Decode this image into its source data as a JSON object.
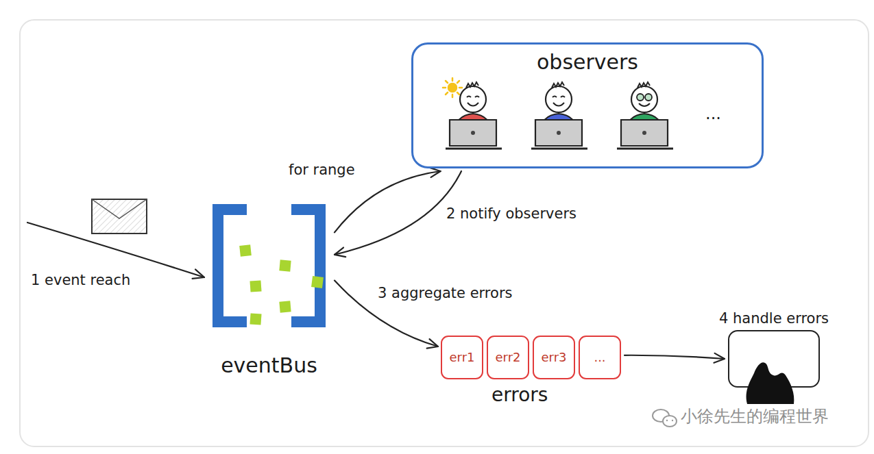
{
  "diagram": {
    "nodes": [
      {
        "text": [
          "observers"
        ]
      },
      {
        "text": [
          "eventBus"
        ]
      },
      {
        "text": [
          "err1"
        ]
      },
      {
        "text": [
          "err2"
        ]
      },
      {
        "text": [
          "err3"
        ]
      },
      {
        "text": [
          "..."
        ]
      },
      {
        "text": [
          "4 handle errors"
        ]
      }
    ],
    "edges": [
      {
        "from": 1,
        "to": 0,
        "arrow": "to",
        "label": "for range"
      },
      {
        "from": 0,
        "to": 1,
        "arrow": "to",
        "label": "2 notify observers"
      },
      {
        "from": 1,
        "to": 2,
        "arrow": "to",
        "label": "3 aggregate errors"
      },
      {
        "from": 5,
        "to": 6,
        "arrow": "to"
      }
    ],
    "labels": [
      "1 event reach",
      "...",
      "errors",
      "小徐先生的编程世界"
    ]
  }
}
